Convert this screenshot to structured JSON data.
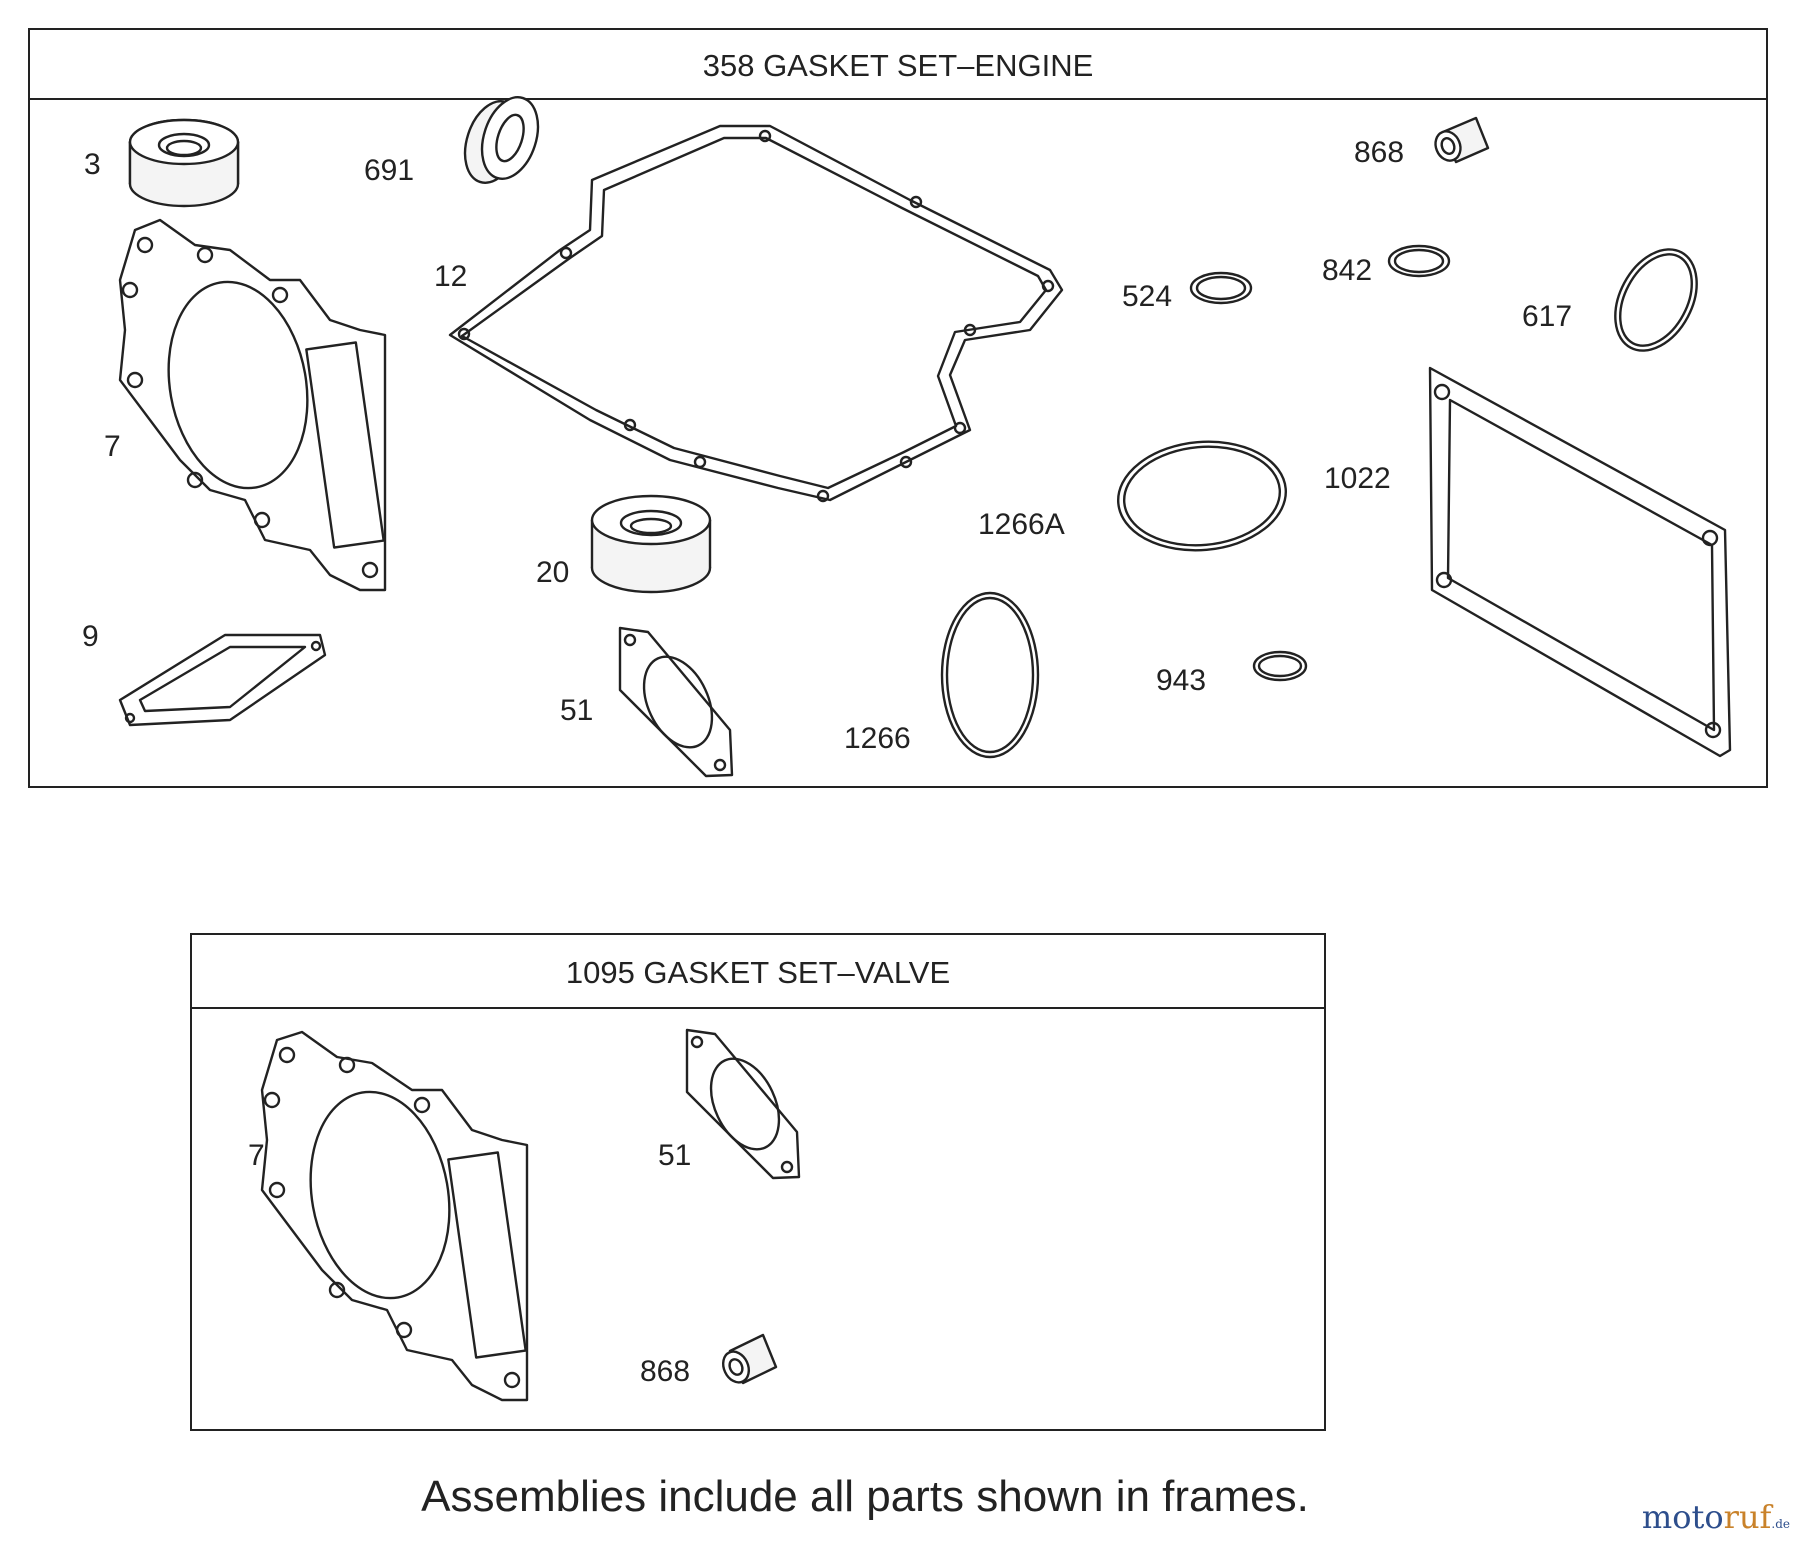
{
  "frames": {
    "engine": {
      "title": "358 GASKET SET–ENGINE",
      "labels": {
        "p3": "3",
        "p691": "691",
        "p12": "12",
        "p868": "868",
        "p524": "524",
        "p842": "842",
        "p617": "617",
        "p7": "7",
        "p1266A": "1266A",
        "p1022": "1022",
        "p20": "20",
        "p9": "9",
        "p51": "51",
        "p1266": "1266",
        "p943": "943"
      }
    },
    "valve": {
      "title": "1095 GASKET SET–VALVE",
      "labels": {
        "p7": "7",
        "p51": "51",
        "p868": "868"
      }
    }
  },
  "footer": "Assemblies include all parts shown in frames.",
  "logo": {
    "main": "moto",
    "accent": "ruf",
    "suffix": ".de"
  },
  "colors": {
    "line": "#222222",
    "logo_blue": "#2d4e8c",
    "logo_orange": "#c9822a"
  }
}
